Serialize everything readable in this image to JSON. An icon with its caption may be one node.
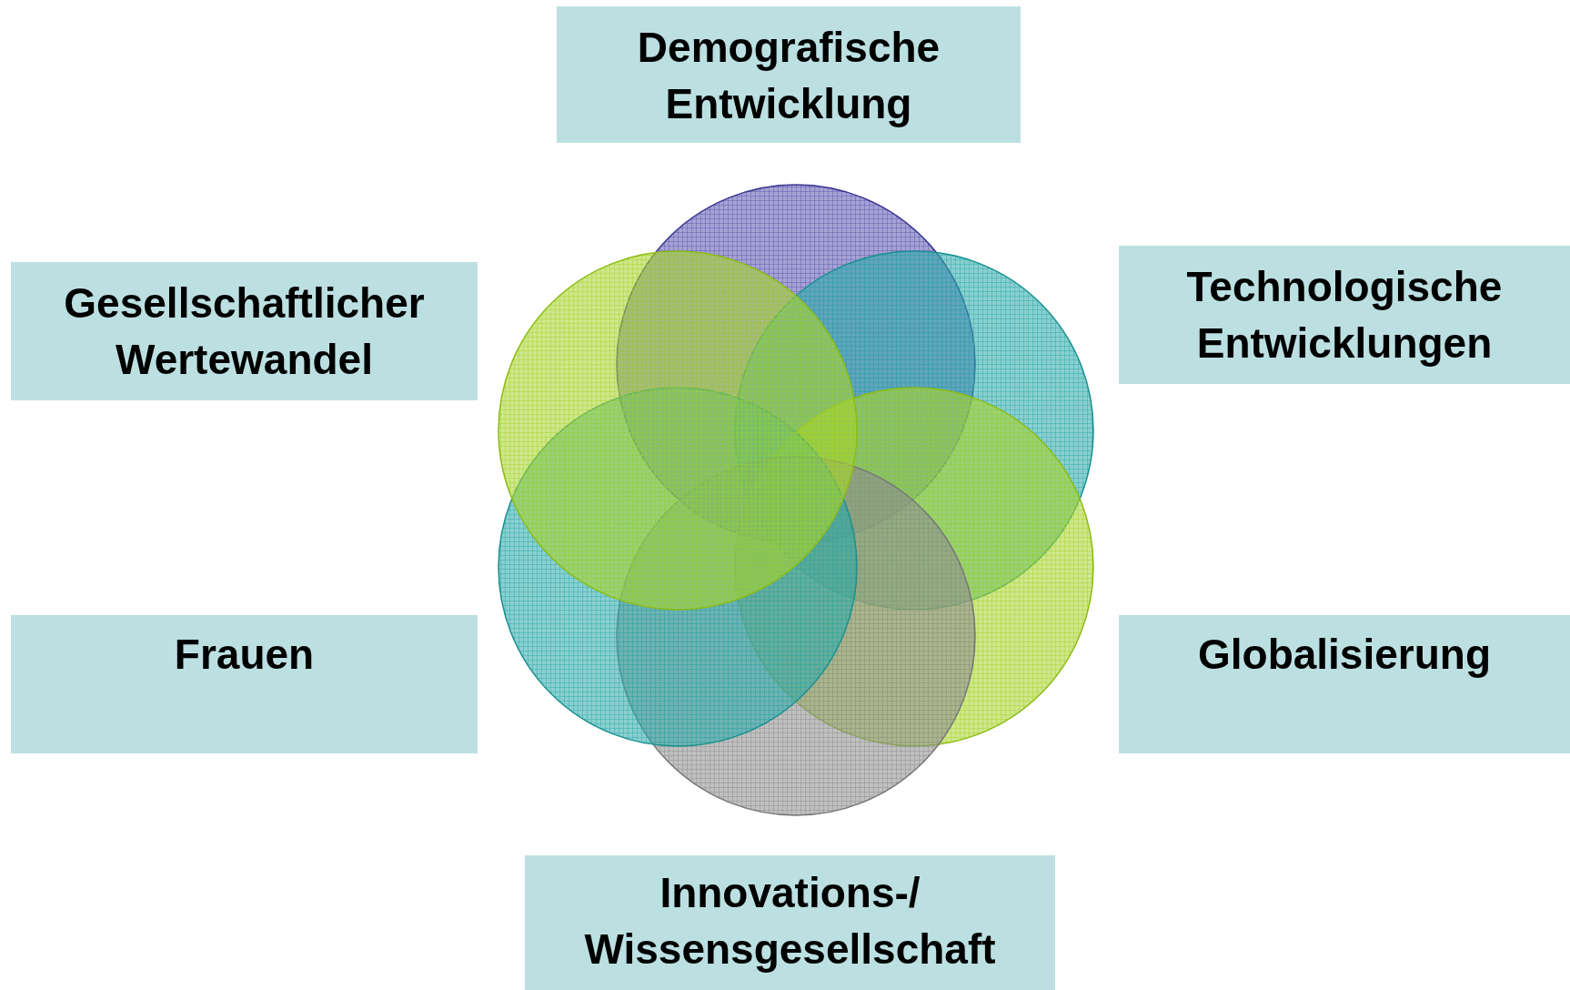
{
  "diagram": {
    "nodes": [
      {
        "text": [
          "Demografische Entwicklung"
        ]
      },
      {
        "text": [
          "Gesellschaftlicher Wertewandel"
        ]
      },
      {
        "text": [
          "Technologische Entwicklungen"
        ]
      },
      {
        "text": [
          "Frauen"
        ]
      },
      {
        "text": [
          "Globalisierung"
        ]
      },
      {
        "text": [
          "Innovations-/ Wissensgesellschaft"
        ]
      }
    ]
  }
}
